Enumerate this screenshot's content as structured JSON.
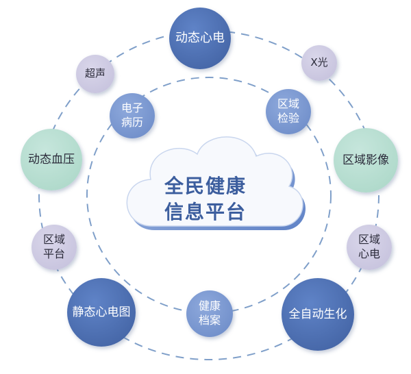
{
  "center": {
    "line1": "全民健康",
    "line2": "信息平台"
  },
  "nodes": {
    "dynamic_ecg": "动态心电",
    "xray": "X光",
    "ultrasound": "超声",
    "emr": "电子\n病历",
    "regional_lab": "区域\n检验",
    "ambulatory_bp": "动态血压",
    "regional_imaging": "区域影像",
    "regional_platform": "区域\n平台",
    "regional_ecg": "区域\n心电",
    "resting_ecg": "静态心电图",
    "health_record": "健康\n档案",
    "auto_biochem": "全自动生化"
  },
  "colors": {
    "dark_blue": "#4a6cb0",
    "mid_blue": "#7b97d1",
    "lavender": "#cdc9e2",
    "mint": "#b5dccf",
    "cloud_text": "#3c5e9e",
    "ring": "#7f9fc9"
  }
}
